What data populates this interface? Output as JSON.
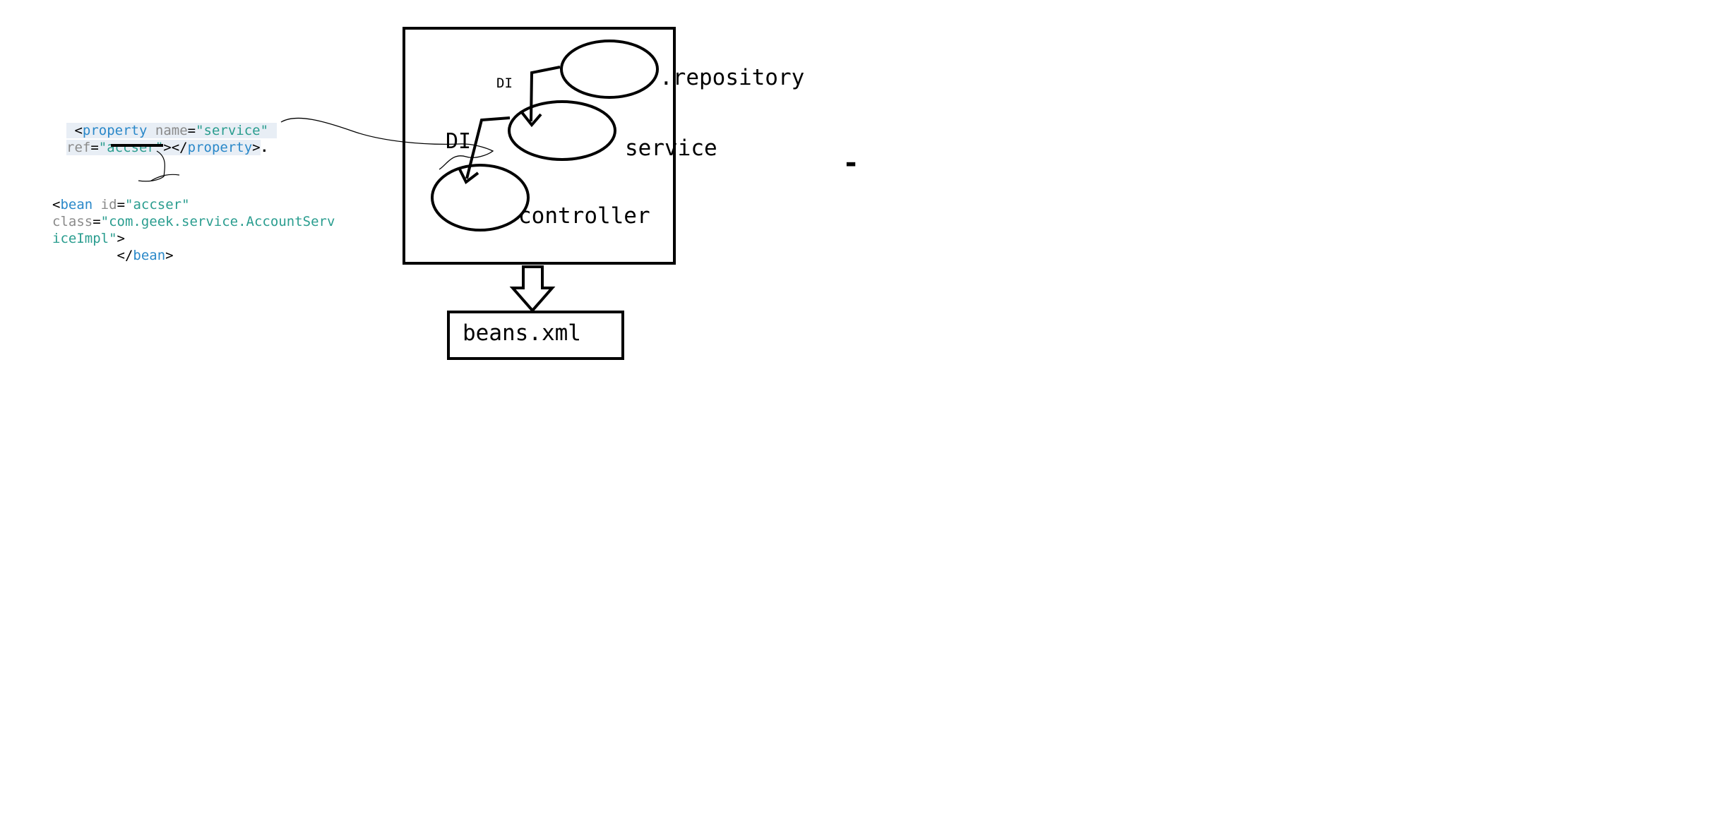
{
  "code_snippet_property": {
    "line1": {
      "open": "<",
      "tag": "property",
      "attr_name": "name",
      "eq": "=",
      "attr_value": "\"service\""
    },
    "line2": {
      "attr_name": "ref",
      "eq": "=",
      "attr_value": "\"accser\"",
      "close_open": "></",
      "tag": "property",
      "close": ">",
      "dot": "."
    }
  },
  "code_snippet_bean": {
    "line1": {
      "open": "<",
      "tag": "bean",
      "attr_name": "id",
      "eq": "=",
      "attr_value": "\"accser\""
    },
    "line2": {
      "attr_name": "class",
      "eq": "=",
      "attr_value": "\"com.geek.service.AccountServ"
    },
    "line3": {
      "attr_value": "iceImpl\"",
      "close": ">"
    },
    "line4": {
      "indent": "        ",
      "open": "</",
      "tag": "bean",
      "close": ">"
    }
  },
  "diagram": {
    "label_di_small": "DI",
    "label_di_large": "DI",
    "label_repository": ".repository",
    "label_service": "service",
    "label_controller": "controller",
    "label_beans_xml": "beans.xml",
    "stray_dash": "-"
  },
  "colors": {
    "tag": "#2a88c9",
    "attribute": "#8a8a8a",
    "string": "#2a9d8f",
    "highlight": "#e8eef5",
    "ink": "#000000"
  }
}
